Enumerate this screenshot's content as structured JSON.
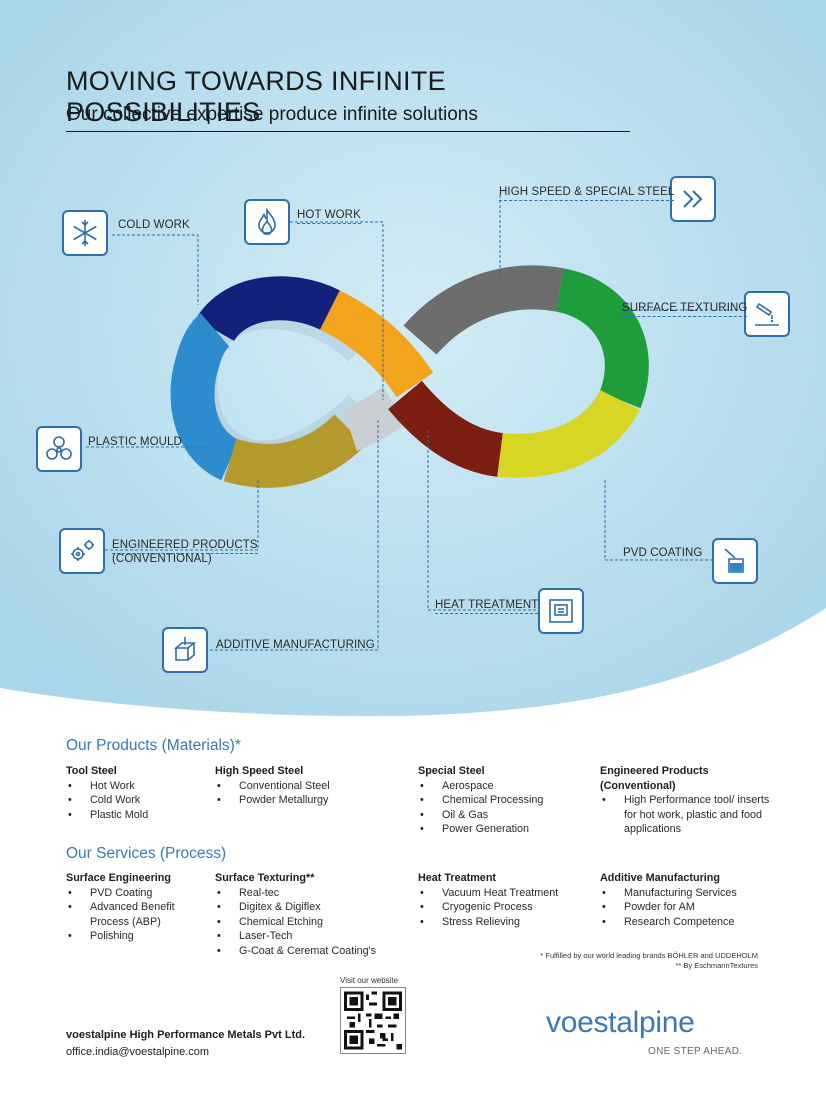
{
  "header": {
    "title": "MOVING TOWARDS INFINITE POSSIBILITIES",
    "subtitle": "Our collective expertise produce infinite solutions"
  },
  "diagram": {
    "nodes": {
      "cold_work": "COLD WORK",
      "hot_work": "HOT WORK",
      "hss": "HIGH SPEED & SPECIAL STEEL",
      "surface_texturing": "SURFACE TEXTURING",
      "plastic_mould": "PLASTIC MOULD",
      "engineered_1": "ENGINEERED PRODUCTS",
      "engineered_2": "(CONVENTIONAL)",
      "pvd": "PVD COATING",
      "heat_treatment": "HEAT TREATMENT",
      "additive": "ADDITIVE MANUFACTURING"
    },
    "icons": [
      "snowflake-icon",
      "flame-icon",
      "fast-forward-icon",
      "spray-icon",
      "fan-icon",
      "gears-icon",
      "coating-cup-icon",
      "furnace-icon",
      "3d-printer-icon"
    ],
    "segment_colors": [
      "#0f1d6e",
      "#f6a41c",
      "#f4df2a",
      "#7a1b0e",
      "#6f6f6f",
      "#1d9d3a",
      "#c6c623",
      "#b99a28",
      "#2f86c7"
    ]
  },
  "products": {
    "heading": "Our Products (Materials)*",
    "columns": [
      {
        "title": "Tool Steel",
        "items": [
          "Hot Work",
          "Cold Work",
          "Plastic Mold"
        ]
      },
      {
        "title": "High Speed Steel",
        "items": [
          "Conventional Steel",
          "Powder Metallurgy"
        ]
      },
      {
        "title": "Special Steel",
        "items": [
          "Aerospace",
          "Chemical Processing",
          "Oil & Gas",
          "Power Generation"
        ]
      },
      {
        "title": "Engineered Products (Conventional)",
        "items": [
          "High Performance tool/ inserts for hot work, plastic and food applications"
        ]
      }
    ]
  },
  "services": {
    "heading": "Our Services (Process)",
    "columns": [
      {
        "title": "Surface Engineering",
        "items": [
          "PVD Coating",
          "Advanced Benefit Process (ABP)",
          "Polishing"
        ]
      },
      {
        "title": "Surface Texturing**",
        "items": [
          "Real-tec",
          "Digitex & Digiflex",
          "Chemical Etching",
          "Laser-Tech",
          "G-Coat & Ceremat Coating's"
        ]
      },
      {
        "title": "Heat Treatment",
        "items": [
          "Vacuum Heat Treatment",
          "Cryogenic Process",
          "Stress Relieving"
        ]
      },
      {
        "title": "Additive Manufacturing",
        "items": [
          "Manufacturing Services",
          "Powder for AM",
          "Research Competence"
        ]
      }
    ]
  },
  "footnotes": {
    "line1": "* Fulfilled by our world leading brands BÖHLER and UDDEHOLM",
    "line2": "** By EschmannTextures"
  },
  "footer": {
    "company": "voestalpine High Performance Metals Pvt Ltd.",
    "email": "office.india@voestalpine.com",
    "visit": "Visit our website",
    "brand": "voestalpine",
    "tagline": "ONE STEP AHEAD."
  },
  "colors": {
    "background": "#b8dfee",
    "accent": "#3a79b5",
    "icon_border": "#2f6ea8"
  }
}
